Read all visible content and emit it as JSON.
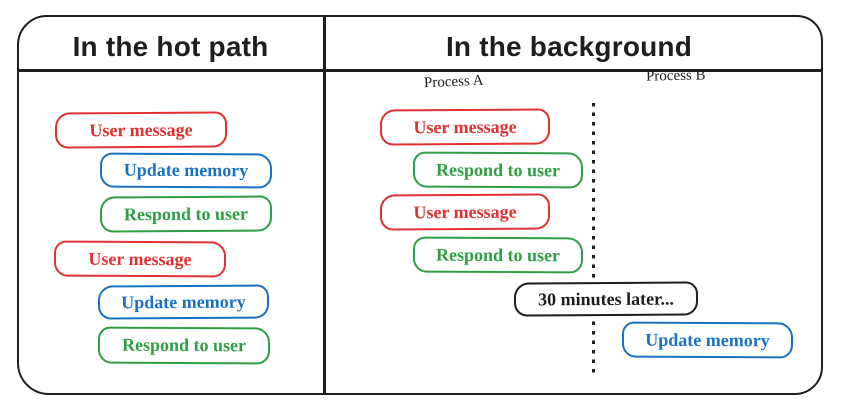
{
  "diagram": {
    "left_panel": {
      "title": "In the hot path",
      "nodes": [
        {
          "label": "User message",
          "color": "red"
        },
        {
          "label": "Update memory",
          "color": "blue"
        },
        {
          "label": "Respond to user",
          "color": "green"
        },
        {
          "label": "User message",
          "color": "red"
        },
        {
          "label": "Update memory",
          "color": "blue"
        },
        {
          "label": "Respond to user",
          "color": "green"
        }
      ]
    },
    "right_panel": {
      "title": "In the background",
      "process_a_label": "Process A",
      "process_b_label": "Process B",
      "nodes": [
        {
          "label": "User message",
          "color": "red",
          "lane": "A"
        },
        {
          "label": "Respond to user",
          "color": "green",
          "lane": "A"
        },
        {
          "label": "User message",
          "color": "red",
          "lane": "A"
        },
        {
          "label": "Respond to user",
          "color": "green",
          "lane": "A"
        },
        {
          "label": "30 minutes later...",
          "color": "ink",
          "lane": "between"
        },
        {
          "label": "Update memory",
          "color": "blue",
          "lane": "B"
        }
      ]
    },
    "colors": {
      "red": "#e03131",
      "blue": "#1971c2",
      "green": "#2f9e44",
      "ink": "#1e1e1e"
    }
  }
}
